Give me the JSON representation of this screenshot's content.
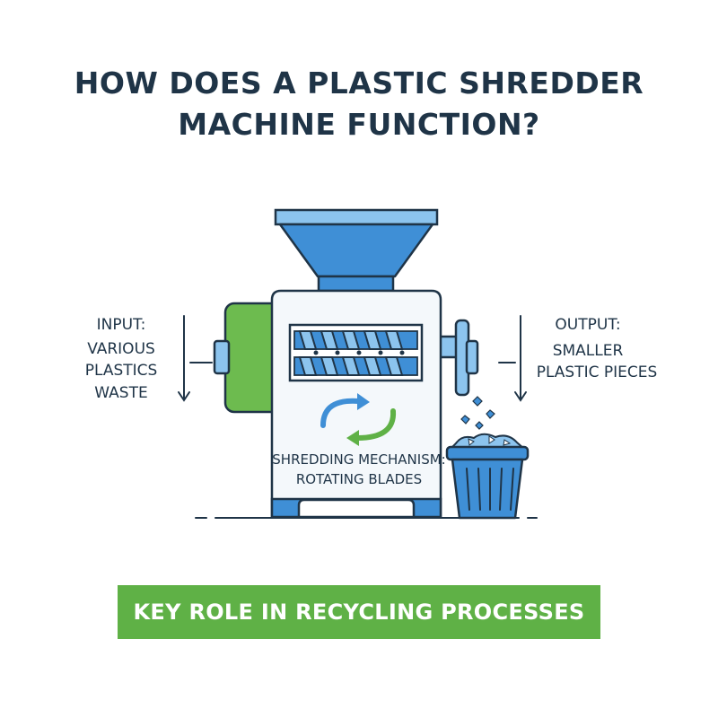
{
  "title": {
    "line1": "HOW DOES A PLASTIC SHREDDER",
    "line2": "MACHINE FUNCTION?"
  },
  "input": {
    "heading": "INPUT:",
    "line1": "VARIOUS",
    "line2": "PLASTICS",
    "line3": "WASTE"
  },
  "output": {
    "heading": "OUTPUT:",
    "line1": "SMALLER",
    "line2": "PLASTIC PIECES"
  },
  "mechanism": {
    "line1": "SHREDDING MECHANISM:",
    "line2": "ROTATING BLADES"
  },
  "banner": {
    "label": "KEY ROLE IN RECYCLING PROCESSES"
  },
  "colors": {
    "navy": "#1f3447",
    "blue": "#3f8fd6",
    "light_blue": "#8cc4ee",
    "green": "#5fb146",
    "body": "#f4f8fb"
  },
  "icons": [
    "hopper-icon",
    "shredder-blades-icon",
    "recycle-arrows-icon",
    "bin-icon",
    "down-arrow-icon"
  ]
}
